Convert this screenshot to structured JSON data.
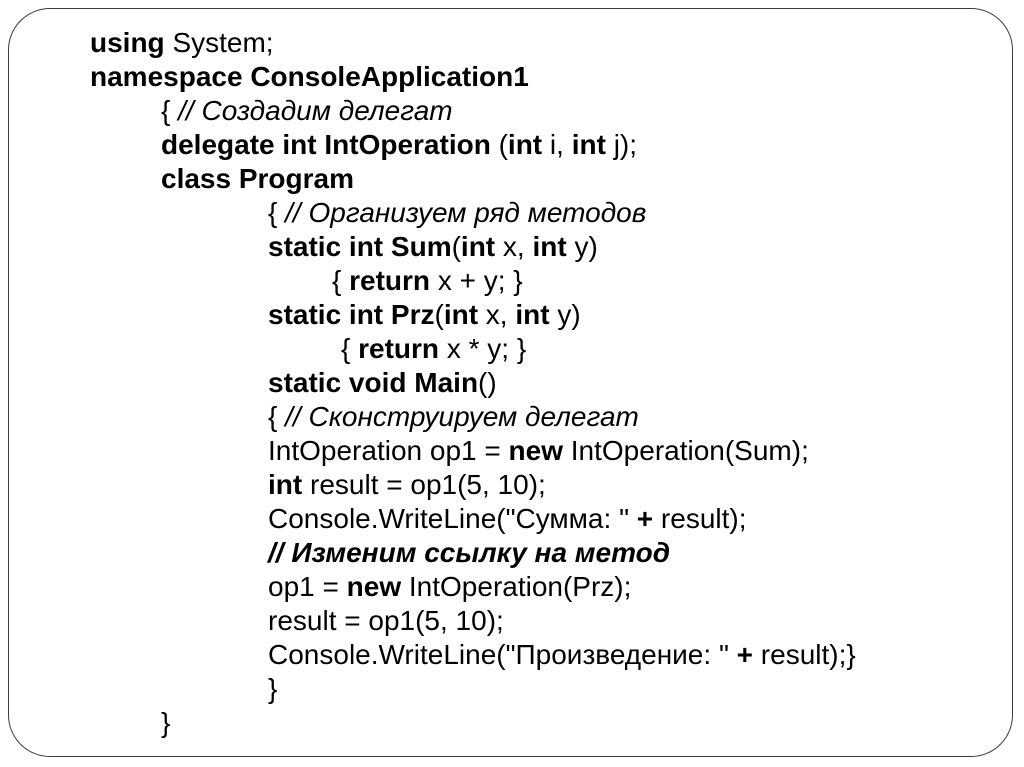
{
  "slide": {
    "background_color": "#ffffff",
    "border_color": "#3c3c3c",
    "text_color": "#000000",
    "code_lines": [
      {
        "indent": 0,
        "segments": [
          {
            "t": "using",
            "s": "b"
          },
          {
            "t": " System;",
            "s": "r"
          }
        ]
      },
      {
        "indent": 0,
        "segments": [
          {
            "t": "namespace ConsoleApplication1",
            "s": "b"
          }
        ]
      },
      {
        "indent": 1,
        "segments": [
          {
            "t": "{ ",
            "s": "r"
          },
          {
            "t": "// Создадим делегат",
            "s": "i"
          }
        ]
      },
      {
        "indent": 1,
        "segments": [
          {
            "t": "delegate int IntOperation ",
            "s": "b"
          },
          {
            "t": "(",
            "s": "r"
          },
          {
            "t": "int",
            "s": "b"
          },
          {
            "t": " i, ",
            "s": "r"
          },
          {
            "t": "int",
            "s": "b"
          },
          {
            "t": " j);",
            "s": "r"
          }
        ]
      },
      {
        "indent": 1,
        "segments": [
          {
            "t": "class Program",
            "s": "b"
          }
        ]
      },
      {
        "indent": 2,
        "segments": [
          {
            "t": "{ ",
            "s": "r"
          },
          {
            "t": "// Организуем ряд методов",
            "s": "i"
          }
        ]
      },
      {
        "indent": 2,
        "segments": [
          {
            "t": "static int Sum",
            "s": "b"
          },
          {
            "t": "(",
            "s": "r"
          },
          {
            "t": "int",
            "s": "b"
          },
          {
            "t": " x, ",
            "s": "r"
          },
          {
            "t": "int",
            "s": "b"
          },
          {
            "t": " y)",
            "s": "r"
          }
        ]
      },
      {
        "indent": 3,
        "segments": [
          {
            "t": "{ ",
            "s": "r"
          },
          {
            "t": "return",
            "s": "b"
          },
          {
            "t": " x + y; }",
            "s": "r"
          }
        ]
      },
      {
        "indent": 2,
        "segments": [
          {
            "t": "static int Prz",
            "s": "b"
          },
          {
            "t": "(",
            "s": "r"
          },
          {
            "t": "int",
            "s": "b"
          },
          {
            "t": " x, ",
            "s": "r"
          },
          {
            "t": "int",
            "s": "b"
          },
          {
            "t": " y)",
            "s": "r"
          }
        ]
      },
      {
        "indent": 4,
        "segments": [
          {
            "t": "{ ",
            "s": "r"
          },
          {
            "t": "return",
            "s": "b"
          },
          {
            "t": " x * y; }",
            "s": "r"
          }
        ]
      },
      {
        "indent": 2,
        "segments": [
          {
            "t": "static void Main",
            "s": "b"
          },
          {
            "t": "()",
            "s": "r"
          }
        ]
      },
      {
        "indent": 2,
        "segments": [
          {
            "t": "{ ",
            "s": "r"
          },
          {
            "t": "// Сконструируем делегат",
            "s": "i"
          }
        ]
      },
      {
        "indent": 2,
        "segments": [
          {
            "t": "IntOperation op1 = ",
            "s": "r"
          },
          {
            "t": "new",
            "s": "b"
          },
          {
            "t": " IntOperation(Sum);",
            "s": "r"
          }
        ]
      },
      {
        "indent": 2,
        "segments": [
          {
            "t": "int",
            "s": "b"
          },
          {
            "t": " result = op1(5, 10);",
            "s": "r"
          }
        ]
      },
      {
        "indent": 2,
        "segments": [
          {
            "t": "Console.WriteLine(\"Сумма: \" ",
            "s": "r"
          },
          {
            "t": "+",
            "s": "b"
          },
          {
            "t": " result);",
            "s": "r"
          }
        ]
      },
      {
        "indent": 2,
        "segments": [
          {
            "t": "// Изменим ссылку на метод",
            "s": "bi"
          }
        ]
      },
      {
        "indent": 2,
        "segments": [
          {
            "t": "op1 = ",
            "s": "r"
          },
          {
            "t": "new",
            "s": "b"
          },
          {
            "t": " IntOperation(Prz);",
            "s": "r"
          }
        ]
      },
      {
        "indent": 2,
        "segments": [
          {
            "t": "result = op1(5, 10);",
            "s": "r"
          }
        ]
      },
      {
        "indent": 2,
        "segments": [
          {
            "t": "Console.WriteLine(\"Произведение: \" ",
            "s": "r"
          },
          {
            "t": "+",
            "s": "b"
          },
          {
            "t": " result);}",
            "s": "r"
          }
        ]
      },
      {
        "indent": 2,
        "segments": [
          {
            "t": "}",
            "s": "r"
          }
        ]
      },
      {
        "indent": 1,
        "segments": [
          {
            "t": "}",
            "s": "r"
          }
        ]
      }
    ]
  }
}
